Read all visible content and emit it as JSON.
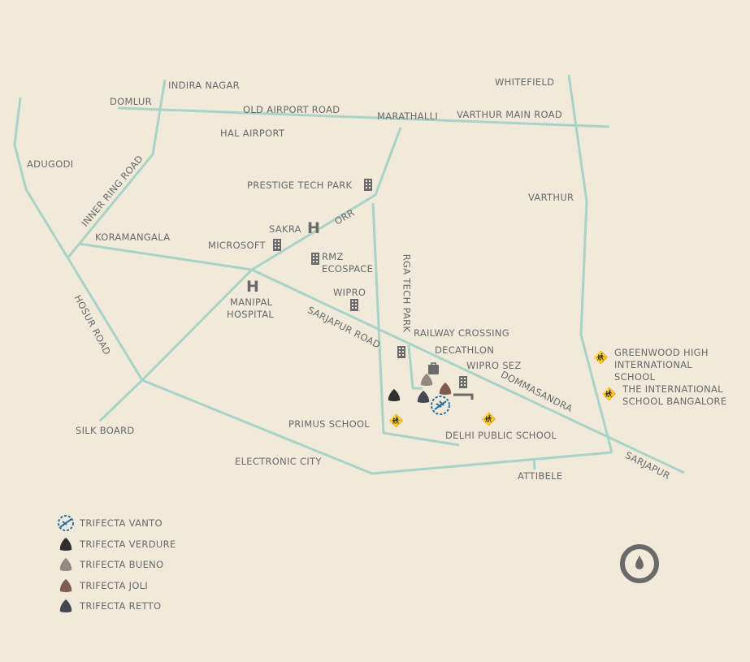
{
  "colors": {
    "background": "#f1e9d9",
    "road": "#a8d4c8",
    "label": "#6a6a6a",
    "vanto": "#2b6f9e",
    "verdure": "#2f2f2d",
    "bueno": "#948883",
    "joli": "#7f5c4b",
    "retto": "#434852"
  },
  "labels": {
    "indira_nagar": "INDIRA NAGAR",
    "domlur": "DOMLUR",
    "old_airport_road": "OLD AIRPORT ROAD",
    "marathalli": "MARATHALLI",
    "varthur_main_road": "VARTHUR MAIN ROAD",
    "whitefield": "WHITEFIELD",
    "hal_airport": "HAL AIRPORT",
    "adugodi": "ADUGODI",
    "inner_ring_road": "INNER RING ROAD",
    "prestige_tech_park": "PRESTIGE TECH PARK",
    "varthur": "VARTHUR",
    "sakra": "SAKRA",
    "orr": "ORR",
    "koramangala": "KORAMANGALA",
    "microsoft": "MICROSOFT",
    "rmz": "RMZ",
    "ecospace": "ECOSPACE",
    "manipal": "MANIPAL",
    "hospital": "HOSPITAL",
    "wipro": "WIPRO",
    "hosur_road": "HOSUR ROAD",
    "sarjapur_road": "SARJAPUR ROAD",
    "rga_tech_park": "RGA TECH PARK",
    "railway_crossing": "RAILWAY CROSSING",
    "decathlon": "DECATHLON",
    "wipro_sez": "WIPRO SEZ",
    "dommasandra": "DOMMASANDRA",
    "greenwood_1": "GREENWOOD HIGH",
    "greenwood_2": "INTERNATIONAL",
    "greenwood_3": "SCHOOL",
    "tisb_1": "THE INTERNATIONAL",
    "tisb_2": "SCHOOL BANGALORE",
    "silk_board": "SILK BOARD",
    "primus_school": "PRIMUS SCHOOL",
    "delhi_public_school": "DELHI PUBLIC SCHOOL",
    "electronic_city": "ELECTRONIC CITY",
    "attibele": "ATTIBELE",
    "sarjapur": "SARJAPUR"
  },
  "legend": [
    {
      "label": "TRIFECTA VANTO",
      "icon": "leaf-emblem"
    },
    {
      "label": "TRIFECTA VERDURE",
      "icon": "dome"
    },
    {
      "label": "TRIFECTA BUENO",
      "icon": "dome"
    },
    {
      "label": "TRIFECTA JOLI",
      "icon": "dome"
    },
    {
      "label": "TRIFECTA RETTO",
      "icon": "dome"
    }
  ]
}
